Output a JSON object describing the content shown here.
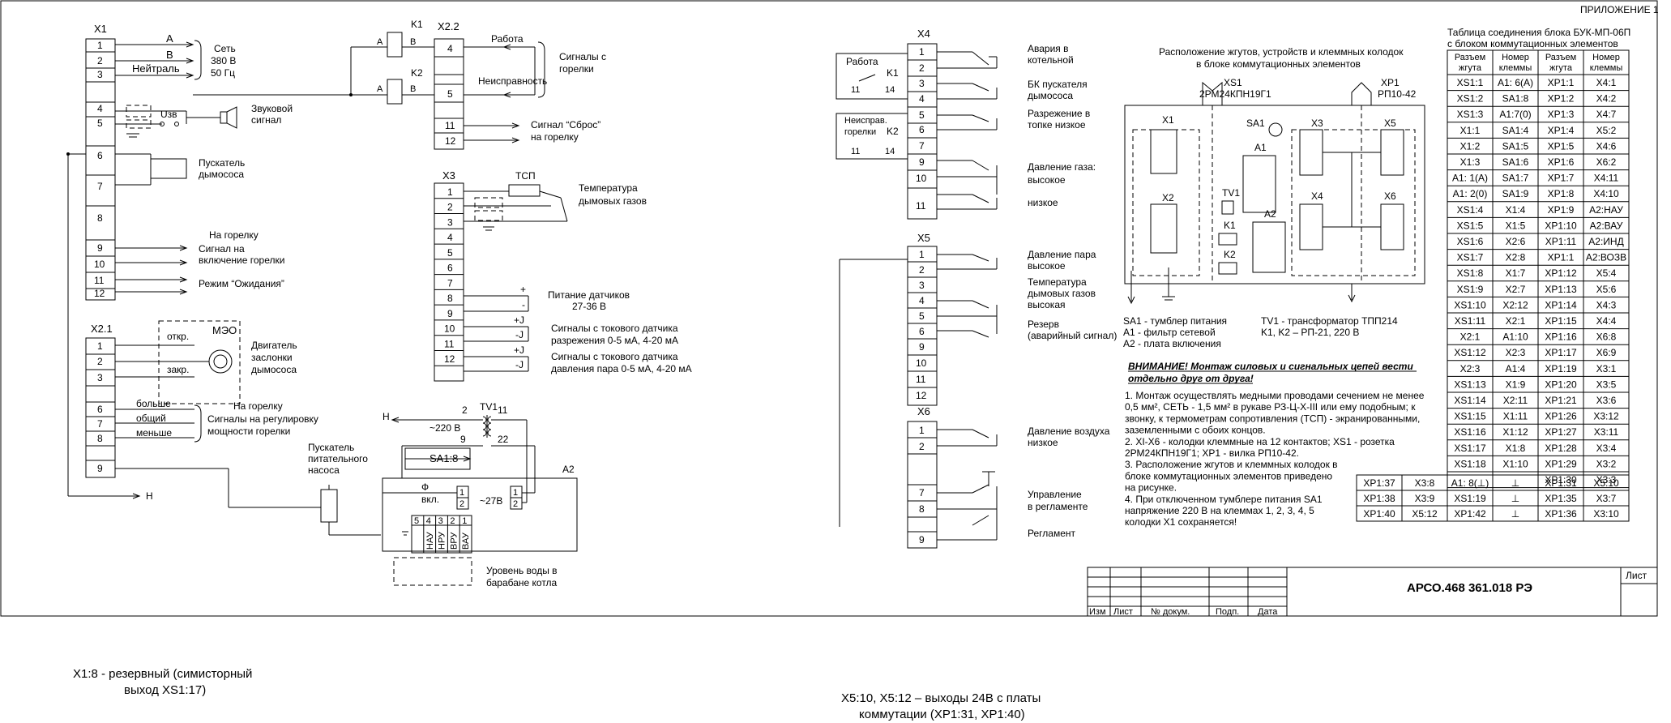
{
  "header": {
    "appendix": "ПРИЛОЖЕНИЕ 1"
  },
  "x1": {
    "title": "X1",
    "rows": [
      "1",
      "2",
      "3",
      "4",
      "5",
      "6",
      "7",
      "8",
      "9",
      "10",
      "11",
      "12"
    ],
    "line_a": "A",
    "line_b": "B",
    "line_n": "Нейтраль",
    "net_1": "Сеть",
    "net_2": "380 В",
    "net_3": "50 Гц",
    "usv": "Uзв",
    "sound_1": "Звуковой",
    "sound_2": "сигнал",
    "smoke_1": "Пускатель",
    "smoke_2": "дымососа",
    "burner_title": "На горелку",
    "burner_on_1": "Сигнал на",
    "burner_on_2": "включение горелки",
    "standby": "Режим “Ожидания”"
  },
  "x21": {
    "title": "X2.1",
    "rows": [
      "1",
      "2",
      "3",
      "6",
      "7",
      "8",
      "9"
    ],
    "meo": "МЭО",
    "open": "откр.",
    "close": "закр.",
    "motor_1": "Двигатель",
    "motor_2": "заслонки",
    "motor_3": "дымососа",
    "more": "больше",
    "common": "общий",
    "less": "меньше",
    "burner_title": "На горелку",
    "reg_1": "Сигналы на регулировку",
    "reg_2": "мощности горелки",
    "n_label": "Н"
  },
  "k": {
    "k1": "K1",
    "k2": "K2",
    "a": "A",
    "b": "B",
    "x22": "X2.2",
    "rows": [
      "4",
      "5",
      "11",
      "12"
    ],
    "work": "Работа",
    "fault": "Неисправность",
    "burner_sig_1": "Сигналы с",
    "burner_sig_2": "горелки",
    "reset_1": "Сигнал “Сброс”",
    "reset_2": "на горелку"
  },
  "x3": {
    "title": "X3",
    "tsp": "ТСП",
    "rows": [
      "1",
      "2",
      "3",
      "4",
      "5",
      "6",
      "7",
      "8",
      "9",
      "10",
      "11",
      "12"
    ],
    "temp_1": "Температура",
    "temp_2": "дымовых газов",
    "plus": "+",
    "minus": "-",
    "pj": "+J",
    "mj": "-J",
    "power_1": "Питание датчиков",
    "power_2": "27-36 В",
    "vac_1": "Сигналы с токового датчика",
    "vac_2": "разрежения 0-5 мА, 4-20 мА",
    "pres_1": "Сигналы с токового датчика",
    "pres_2": "давления пара 0-5 мА, 4-20 мА"
  },
  "trans": {
    "n": "Н",
    "tv1": "TV1",
    "p2": "2",
    "p11": "11",
    "p9": "9",
    "p22": "22",
    "v220": "~220 В",
    "sa18": "SA1:8",
    "pump_1": "Пускатель",
    "pump_2": "питательного",
    "pump_3": "насоса",
    "a2": "A2",
    "phi": "Ф",
    "on": "вкл.",
    "v27": "~27В",
    "one": "1",
    "two": "2",
    "lvl": [
      "5",
      "4",
      "3",
      "2",
      "1"
    ],
    "lvl_labels": [
      "НАУ",
      "НРУ",
      "ВРУ",
      "ВАУ"
    ],
    "water_1": "Уровень воды в",
    "water_2": "барабане котла"
  },
  "x4": {
    "title": "X4",
    "rows": [
      "1",
      "2",
      "3",
      "4",
      "5",
      "6",
      "7",
      "9",
      "10",
      "11"
    ],
    "work": "Работа",
    "k1": "K1",
    "k2": "K2",
    "n11": "11",
    "n14": "14",
    "fault_1": "Неиспрaв.",
    "fault_2": "горелки",
    "alarm_1": "Авария в",
    "alarm_2": "котельной",
    "bk_1": "БК пускателя",
    "bk_2": "дымососа",
    "vac_1": "Разрежение в",
    "vac_2": "топке низкое",
    "gas_1": "Давление газа:",
    "gas_2": "высокое",
    "gas_low": "низкое"
  },
  "x5": {
    "title": "X5",
    "rows": [
      "1",
      "2",
      "3",
      "4",
      "5",
      "6",
      "9",
      "10",
      "11",
      "12"
    ],
    "steam_1": "Давление пара",
    "steam_2": "высокое",
    "tg_1": "Температура",
    "tg_2": "дымовых газов",
    "tg_3": "высокая",
    "res_1": "Резерв",
    "res_2": "(аварийный сигнал)"
  },
  "x6": {
    "title": "X6",
    "rows": [
      "1",
      "2",
      "7",
      "8",
      "9"
    ],
    "air_1": "Давление воздуха",
    "air_2": "низкое",
    "ctl_1": "Управление",
    "ctl_2": "в регламенте",
    "reg": "Регламент"
  },
  "layout_block": {
    "title_1": "Расположение жгутов, устройств и клеммных колодок",
    "title_2": "в блоке коммутационных элементов",
    "xs1": "XS1",
    "xs1_type": "2РМ24КПН19Г1",
    "xp1": "XP1",
    "xp1_type": "РП10-42",
    "sa1": "SA1",
    "a1": "A1",
    "a2": "A2",
    "tv1": "TV1",
    "k1": "K1",
    "k2": "K2",
    "x1": "X1",
    "x2": "X2",
    "x3": "X3",
    "x4": "X4",
    "x5": "X5",
    "x6": "X6",
    "leg_1": "SA1 - тумблер питания",
    "leg_2": "A1 - фильтр сетевой",
    "leg_3": "A2 - плата включения",
    "leg_4": "TV1 - трансформатор ТПП214",
    "leg_5": "K1, K2 – РП-21, 220 В"
  },
  "notes": {
    "warn_1": "ВНИМАНИЕ! Монтаж силовых и сигнальных цепей вести",
    "warn_2": "отдельно друг от друга!",
    "lines": [
      "1. Монтаж осуществлять медными проводами сечением не менее",
      "0,5 мм², СЕТЬ - 1,5 мм² в рукаве РЗ-Ц-Х-III или ему подобным; к",
      "звонку, к  термометрам сопротивления (ТСП) - экранированными,",
      "заземленными с обоих концов.",
      "2. XI-X6 - колодки клеммные на 12 контактов; XS1 - розетка",
      "2РМ24КПН19Г1; XP1 - вилка РП10-42.",
      "3. Расположение жгутов и клеммных колодок в",
      "блоке коммутационных элементов приведено",
      "на рисунке.",
      "4. При отключенном тумблере питания SA1",
      "напряжение 220 В на клеммах 1, 2, 3, 4, 5",
      "колодки X1 сохраняется!"
    ]
  },
  "conn_table": {
    "title_1": "Таблица соединения блока БУК-МП-06П",
    "title_2": "с блоком коммутационных элементов",
    "headers": [
      [
        "Разъем",
        "жгута"
      ],
      [
        "Номер",
        "клеммы"
      ],
      [
        "Разъем",
        "жгута"
      ],
      [
        "Номер",
        "клеммы"
      ]
    ],
    "rows": [
      [
        "XS1:1",
        "A1: 6(A)",
        "XP1:1",
        "X4:1"
      ],
      [
        "XS1:2",
        "SA1:8",
        "XP1:2",
        "X4:2"
      ],
      [
        "XS1:3",
        "A1:7(0)",
        "XP1:3",
        "X4:7"
      ],
      [
        "X1:1",
        "SA1:4",
        "XP1:4",
        "X5:2"
      ],
      [
        "X1:2",
        "SA1:5",
        "XP1:5",
        "X4:6"
      ],
      [
        "X1:3",
        "SA1:6",
        "XP1:6",
        "X6:2"
      ],
      [
        "A1: 1(A)",
        "SA1:7",
        "XP1:7",
        "X4:11"
      ],
      [
        "A1: 2(0)",
        "SA1:9",
        "XP1:8",
        "X4:10"
      ],
      [
        "XS1:4",
        "X1:4",
        "XP1:9",
        "A2:НАУ"
      ],
      [
        "XS1:5",
        "X1:5",
        "XP1:10",
        "A2:ВАУ"
      ],
      [
        "XS1:6",
        "X2:6",
        "XP1:11",
        "A2:ИНД"
      ],
      [
        "XS1:7",
        "X2:8",
        "XP1:1",
        "A2:ВОЗВ"
      ],
      [
        "XS1:8",
        "X1:7",
        "XP1:12",
        "X5:4"
      ],
      [
        "XS1:9",
        "X2:7",
        "XP1:13",
        "X5:6"
      ],
      [
        "XS1:10",
        "X2:12",
        "XP1:14",
        "X4:3"
      ],
      [
        "XS1:11",
        "X2:1",
        "XP1:15",
        "X4:4"
      ],
      [
        "X2:1",
        "A1:10",
        "XP1:16",
        "X6:8"
      ],
      [
        "XS1:12",
        "X2:3",
        "XP1:17",
        "X6:9"
      ],
      [
        "X2:3",
        "A1:4",
        "XP1:19",
        "X3:1"
      ],
      [
        "XS1:13",
        "X1:9",
        "XP1:20",
        "X3:5"
      ],
      [
        "XS1:14",
        "X2:11",
        "XP1:21",
        "X3:6"
      ],
      [
        "XS1:15",
        "X1:11",
        "XP1:26",
        "X3:12"
      ],
      [
        "XS1:16",
        "X1:12",
        "XP1:27",
        "X3:11"
      ],
      [
        "XS1:17",
        "X1:8",
        "XP1:28",
        "X3:4"
      ],
      [
        "XS1:18",
        "X1:10",
        "XP1:29",
        "X3:2"
      ],
      [
        "",
        "",
        "XP1:30",
        "X3:3"
      ]
    ],
    "ext_rows": [
      [
        "XP1:37",
        "X3:8",
        "A1: 8(⊥)",
        "⊥",
        "XP1:31",
        "X5:10"
      ],
      [
        "XP1:38",
        "X3:9",
        "XS1:19",
        "⊥",
        "XP1:35",
        "X3:7"
      ],
      [
        "XP1:40",
        "X5:12",
        "XP1:42",
        "⊥",
        "XP1:36",
        "X3:10"
      ]
    ]
  },
  "stamp": {
    "code": "АРСО.468 361.018 РЭ",
    "list": "Лист",
    "cols": [
      "Изм",
      "Лист",
      "№ докум.",
      "Подп.",
      "Дата"
    ]
  },
  "bottom": {
    "note_1a": "X1:8 - резервный (симисторный",
    "note_1b": "выход XS1:17)",
    "note_2a": "X5:10, X5:12 – выходы 24В с платы",
    "note_2b": "коммутации (XP1:31, XP1:40)"
  }
}
